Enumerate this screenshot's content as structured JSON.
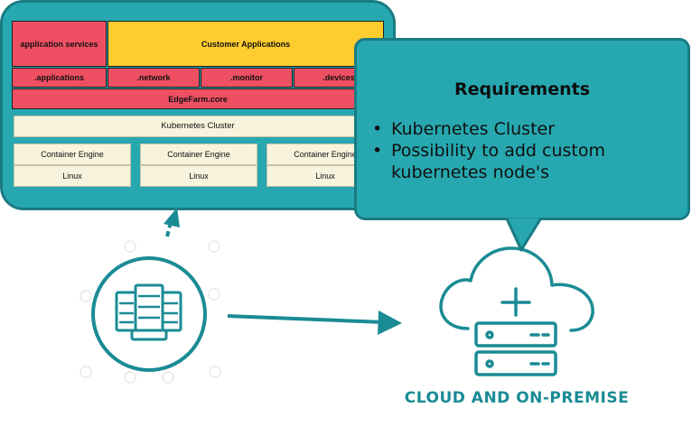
{
  "stack": {
    "app_services": "application services",
    "customer_apps": "Customer Applications",
    "modules": [
      ".applications",
      ".network",
      ".monitor",
      ".devices"
    ],
    "core": "EdgeFarm.core",
    "k8s": "Kubernetes Cluster",
    "nodes": [
      {
        "engine": "Container Engine",
        "os": "Linux"
      },
      {
        "engine": "Container Engine",
        "os": "Linux"
      },
      {
        "engine": "Container Engine",
        "os": "Linux"
      }
    ]
  },
  "requirements": {
    "title": "Requirements",
    "items": [
      "Kubernetes Cluster",
      "Possibility to add custom kubernetes node's"
    ]
  },
  "cloud_caption": "CLOUD AND ON-PREMISE",
  "icons": [
    "server-rack-icon",
    "cloud-server-icon",
    "arrow-right-icon",
    "arrow-up-icon"
  ],
  "colors": {
    "teal": "#27a8b0",
    "dark_teal": "#1a8b95",
    "red": "#ef4f63",
    "yellow": "#ffcc2f",
    "cream": "#f7f3dd"
  }
}
